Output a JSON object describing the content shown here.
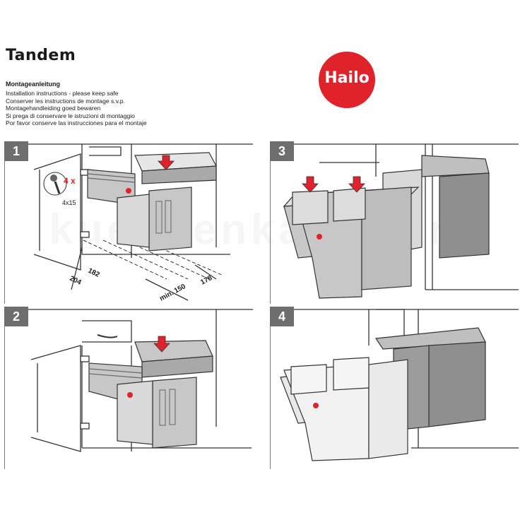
{
  "header": {
    "title": "Tandem",
    "subtitle": "Montageanleitung",
    "instructions": [
      "Installation instructions - please keep safe",
      "Conserver les instructions de montage s.v.p.",
      "Montagehandleiding goed bewaren",
      "Si prega di conservare le istruzioni di montaggio",
      "Por favor conserve las instrucciones para el montaje"
    ]
  },
  "logo": {
    "text": "Hailo",
    "color": "#e0232b"
  },
  "watermark": "kuechenkauf.com",
  "steps": [
    {
      "number": "1",
      "screw": {
        "quantity": "4 x",
        "size": "4x15"
      },
      "dimensions": {
        "d182": "182",
        "d204": "204",
        "dmin150": "min. 150",
        "d178": "178"
      }
    },
    {
      "number": "2"
    },
    {
      "number": "3"
    },
    {
      "number": "4"
    }
  ],
  "colors": {
    "arrow": "#e0232b",
    "bin": "#c7c7c7",
    "bin_dark": "#8f8f8f",
    "badge": "#6e6e6e",
    "cabinet": "#333333"
  }
}
